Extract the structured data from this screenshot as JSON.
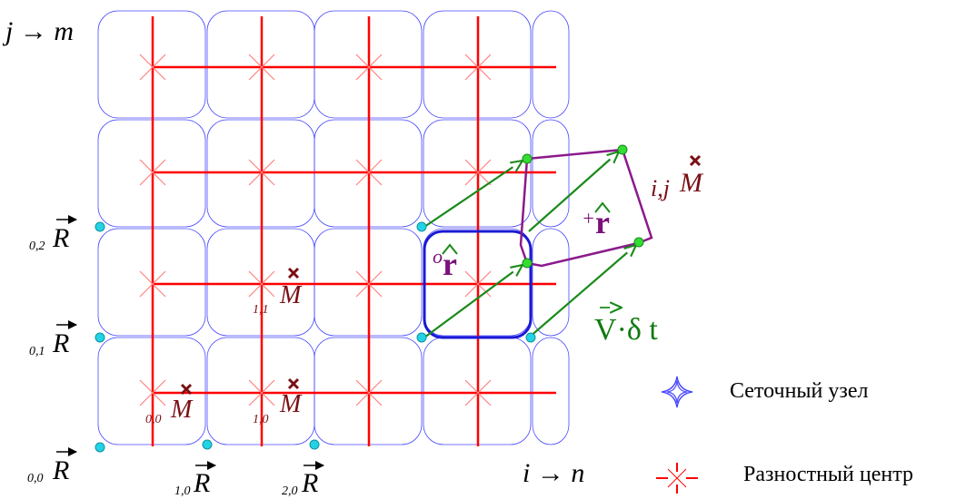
{
  "axes": {
    "vertical_label": "j → m",
    "horizontal_label": "i → n"
  },
  "basis_vectors": [
    {
      "symbol": "R",
      "subscript": "0,0"
    },
    {
      "symbol": "R",
      "subscript": "1,0"
    },
    {
      "symbol": "R",
      "subscript": "2,0"
    },
    {
      "symbol": "R",
      "subscript": "0,1"
    },
    {
      "symbol": "R",
      "subscript": "0,2"
    }
  ],
  "markers": [
    {
      "symbol": "M",
      "subscript": "0,0"
    },
    {
      "symbol": "M",
      "subscript": "1,0"
    },
    {
      "symbol": "M",
      "subscript": "1,1"
    },
    {
      "symbol": "M",
      "subscript": "i,j"
    }
  ],
  "vectors": {
    "r_old": {
      "prefix": "o",
      "symbol": "r"
    },
    "r_new": {
      "prefix": "+",
      "symbol": "r"
    },
    "velocity": {
      "symbol": "V",
      "text": "·δ t"
    }
  },
  "legend": [
    {
      "icon": "grid-node-icon",
      "label": "Сеточный узел"
    },
    {
      "icon": "difference-center-icon",
      "label": "Разностный центр"
    }
  ],
  "colors": {
    "grid": "#4a4aff",
    "edges": "#ff0000",
    "node": "#22d3e6",
    "cell_highlight": "#1a1ad6",
    "deformed_cell": "#8b1a8b",
    "vector": "#1a8a1a",
    "point": "#33dd33",
    "marker": "#7a0f14"
  }
}
